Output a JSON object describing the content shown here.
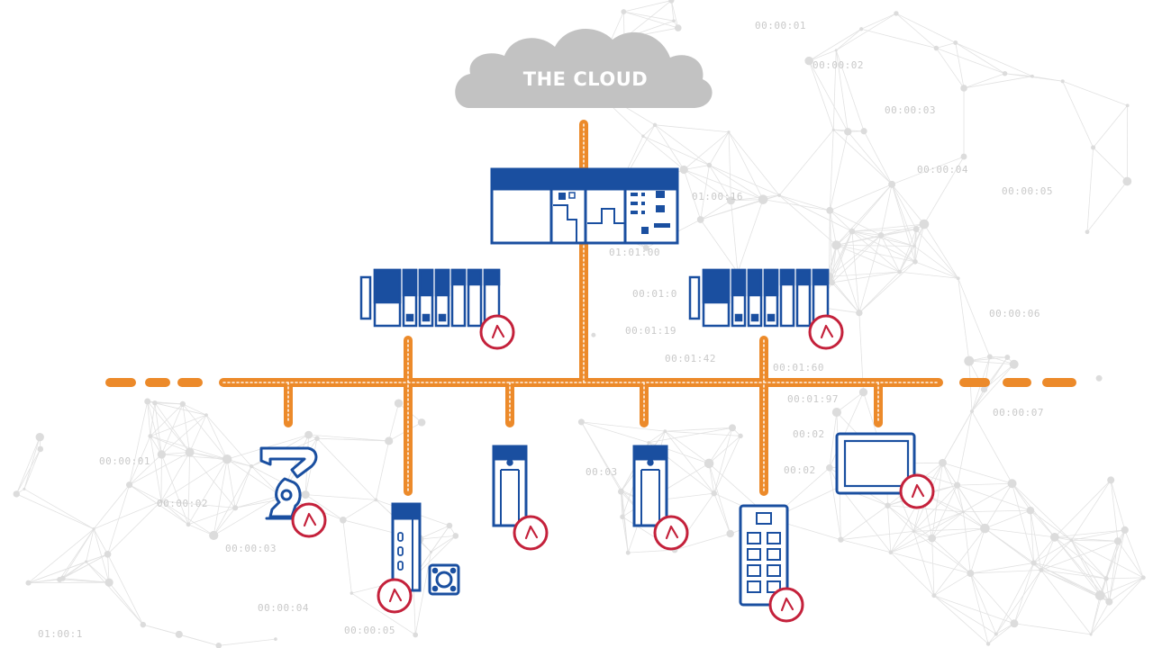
{
  "cloud": {
    "label": "THE CLOUD"
  },
  "timestamps": [
    "00:00:01",
    "00:00:02",
    "00:00:03",
    "00:00:04",
    "00:00:05",
    "01:00:16",
    "01:01:00",
    "00:01:0",
    "00:01:19",
    "00:01:42",
    "00:01:60",
    "00:01:97",
    "00:00:06",
    "00:00:07",
    "00:02",
    "00:02",
    "00:03",
    "00:00:01",
    "00:00:02",
    "00:00:03",
    "00:00:04",
    "00:00:05",
    "01:00:1"
  ],
  "colors": {
    "network": "#ec8a2a",
    "device": "#1a4fa0",
    "clock": "#c4213b",
    "cloud": "#c2c2c2",
    "background_net": "#e2e2e2"
  },
  "devices": [
    {
      "name": "central-controller",
      "icon": "industrial-pc-icon"
    },
    {
      "name": "plc-left",
      "icon": "plc-rack-icon"
    },
    {
      "name": "plc-right",
      "icon": "plc-rack-icon"
    },
    {
      "name": "robot-arm",
      "icon": "robot-arm-icon"
    },
    {
      "name": "io-module",
      "icon": "io-module-icon"
    },
    {
      "name": "drive-1",
      "icon": "servo-drive-icon"
    },
    {
      "name": "drive-2",
      "icon": "servo-drive-icon"
    },
    {
      "name": "network-switch",
      "icon": "switch-icon"
    },
    {
      "name": "hmi-panel",
      "icon": "hmi-panel-icon"
    }
  ]
}
